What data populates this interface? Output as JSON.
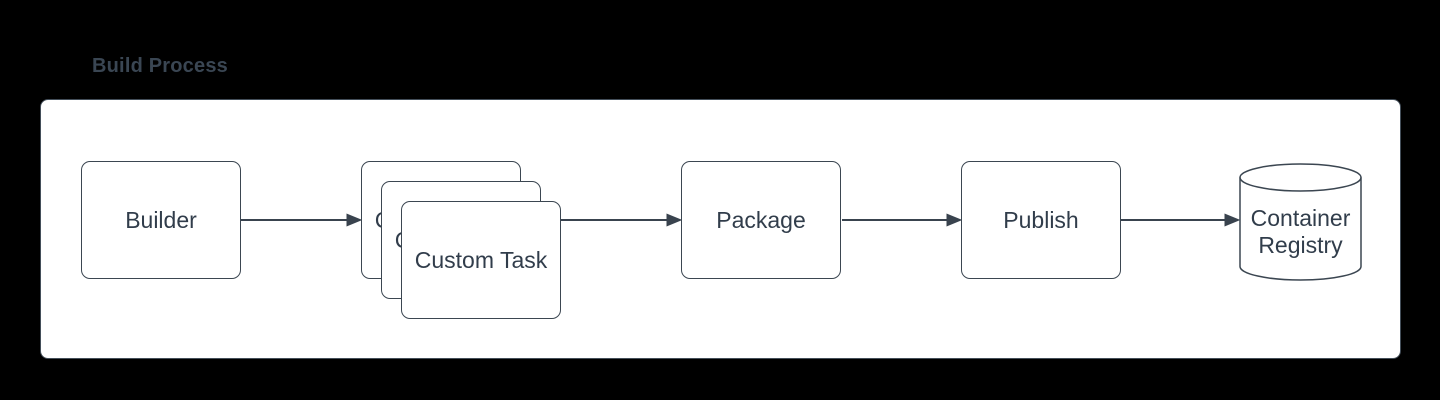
{
  "page": {
    "title": "Build Process"
  },
  "colors": {
    "page_background": "#000000",
    "panel_background": "#ffffff",
    "panel_border": "#434e59",
    "node_border": "#3b4651",
    "node_fill": "#ffffff",
    "label_text": "#313d4b",
    "title_text": "#3a4653",
    "arrow": "#39434e"
  },
  "diagram": {
    "nodes": [
      {
        "id": "builder",
        "label": "Builder",
        "shape": "rounded-rectangle"
      },
      {
        "id": "custom-task",
        "label": "Custom Task",
        "shape": "stacked-rounded-rectangle",
        "stack_count": 3
      },
      {
        "id": "package",
        "label": "Package",
        "shape": "rounded-rectangle"
      },
      {
        "id": "publish",
        "label": "Publish",
        "shape": "rounded-rectangle"
      },
      {
        "id": "container-registry",
        "label": "Container Registry",
        "shape": "database-cylinder"
      }
    ],
    "edges": [
      {
        "from": "builder",
        "to": "custom-task"
      },
      {
        "from": "custom-task",
        "to": "package"
      },
      {
        "from": "package",
        "to": "publish"
      },
      {
        "from": "publish",
        "to": "container-registry"
      }
    ]
  }
}
